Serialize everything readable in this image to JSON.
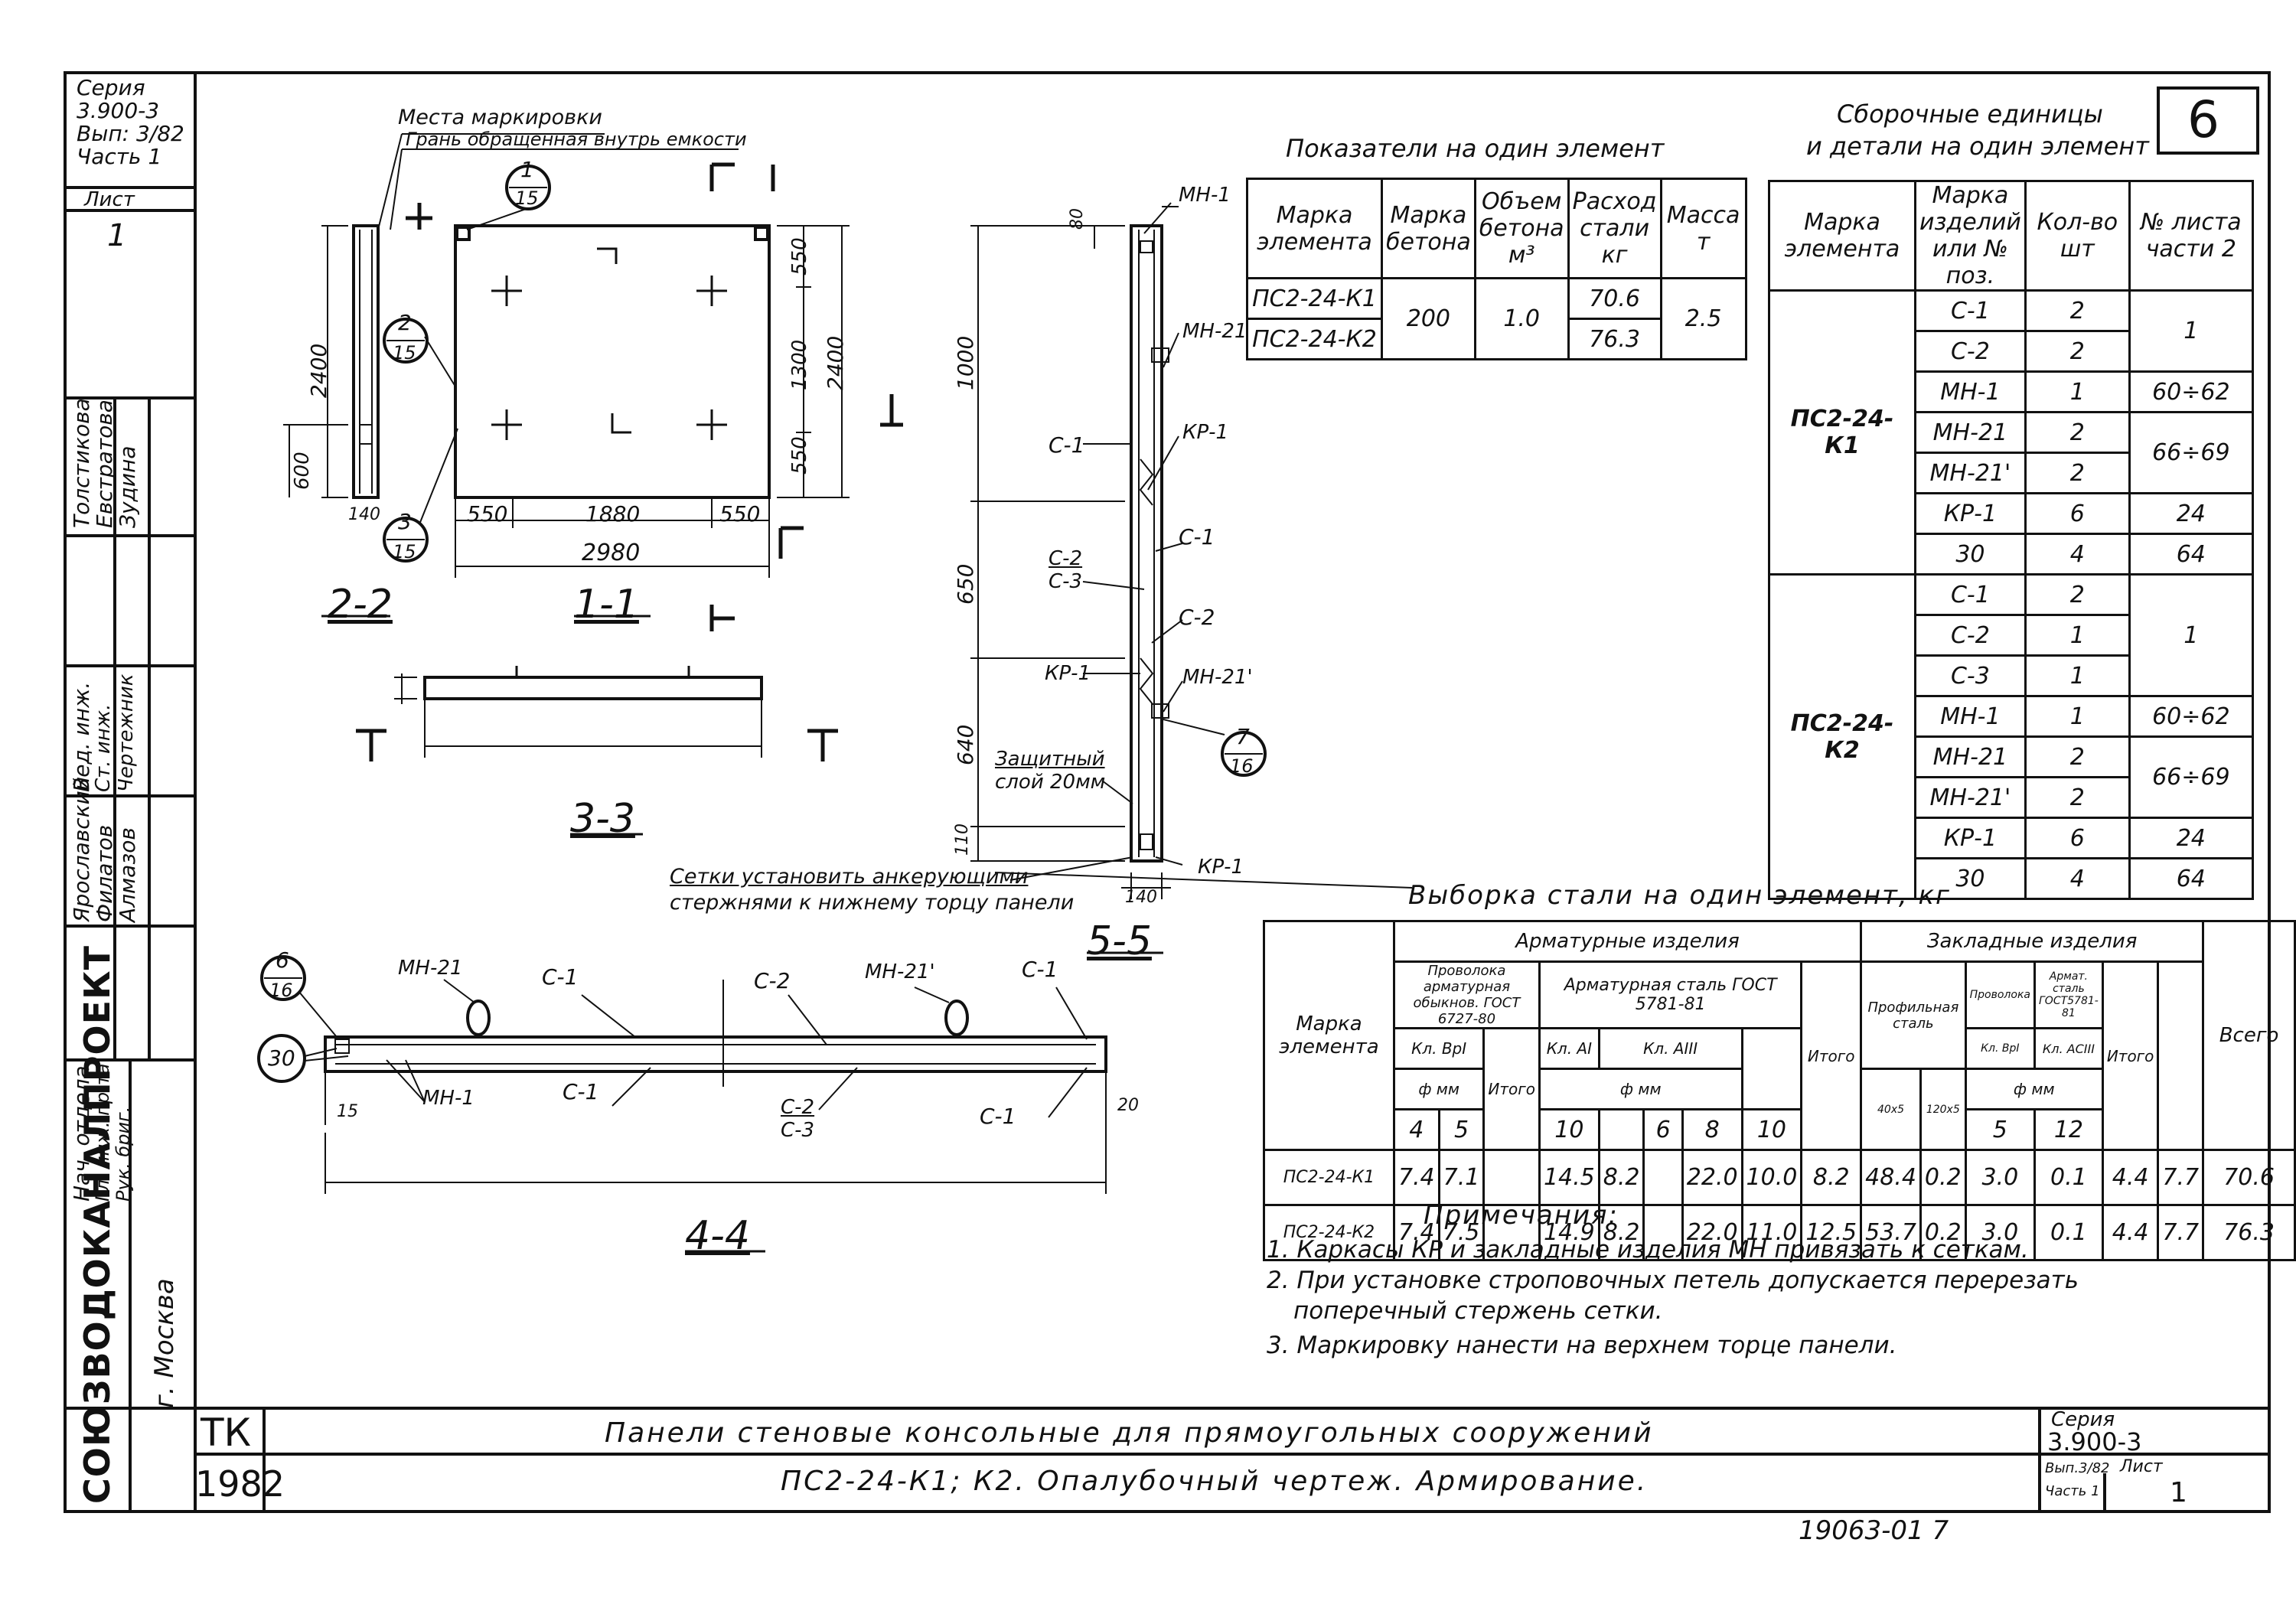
{
  "side_stamp": {
    "series_lines": [
      "Серия",
      "3.900-3",
      "Вып: 3/82",
      "Часть 1",
      "Лист",
      "1"
    ],
    "roles": [
      "Нач. отдела",
      "Гл. инж. пр-та",
      "Рук. бриг.",
      "Вед. инж.",
      "Ст. инж.",
      "Чертежник"
    ],
    "names": [
      "Ярославский",
      "Филатов",
      "Алмазов",
      "Толстикова",
      "Евстратова",
      "Зудина"
    ],
    "org": "СОЮЗВОДОКАНАЛПРОЕКТ",
    "city": "г. Москва"
  },
  "sheet_number": "6",
  "view_labels": {
    "v22": "2-2",
    "v11": "1-1",
    "v33": "3-3",
    "v55": "5-5",
    "v44": "4-4"
  },
  "callouts": {
    "mark_place": "Места маркировки",
    "face_inside": "Грань обращенная внутрь емкости",
    "c1": "1",
    "c1d": "15",
    "c2": "2",
    "c2d": "15",
    "c3": "3",
    "c3d": "15",
    "c6": "6",
    "c6d": "16",
    "c7": "7",
    "c7d": "16",
    "c30": "30",
    "protect": "Защитный",
    "protect2": "слой 20мм",
    "mesh_note1": "Сетки установить анкерующими",
    "mesh_note2": "стержнями к нижнему торцу панели"
  },
  "dims": {
    "d2400": "2400",
    "d600": "600",
    "d140": "140",
    "d550a": "550",
    "d1880": "1880",
    "d550b": "550",
    "d2980": "2980",
    "d550r": "550",
    "d1300": "1300",
    "d550r2": "550",
    "d2400r": "2400",
    "d80": "80",
    "d1000": "1000",
    "d650": "650",
    "d640": "640",
    "d110": "110",
    "d15": "15",
    "d20": "20",
    "d140b": "140"
  },
  "labels55": {
    "mn1": "МН-1",
    "mn21": "МН-21",
    "kp1a": "КР-1",
    "c1a": "С-1",
    "c1b": "С-1",
    "c2a": "С-2",
    "c3a": "С-3",
    "c2b": "С-2",
    "kp1b": "КР-1",
    "mn21p": "МН-21'",
    "kp1c": "КР-1"
  },
  "labels44": {
    "mn21": "МН-21",
    "c1a": "С-1",
    "c2a": "С-2",
    "mn21p": "МН-21'",
    "c1b": "С-1",
    "mn1": "МН-1",
    "c1c": "С-1",
    "c2b": "С-2",
    "c3b": "С-3",
    "c1d": "С-1"
  },
  "indicators": {
    "title": "Показатели на один элемент",
    "headers": [
      "Марка элемента",
      "Марка бетона",
      "Объем бетона м³",
      "Расход стали кг",
      "Масса т"
    ],
    "rows": [
      [
        "ПС2-24-К1",
        "200",
        "1.0",
        "70.6",
        "2.5"
      ],
      [
        "ПС2-24-К2",
        "",
        "",
        "76.3",
        ""
      ]
    ]
  },
  "assembly": {
    "title1": "Сборочные единицы",
    "title2": "и детали на один элемент",
    "headers": [
      "Марка элемента",
      "Марка изделий или № поз.",
      "Кол-во шт",
      "№ листа части 2"
    ],
    "groups": [
      {
        "mark": "ПС2-24-К1",
        "rows": [
          [
            "С-1",
            "2",
            "1"
          ],
          [
            "С-2",
            "2",
            ""
          ],
          [
            "МН-1",
            "1",
            "60÷62"
          ],
          [
            "МН-21",
            "2",
            "66÷69"
          ],
          [
            "МН-21'",
            "2",
            ""
          ],
          [
            "КР-1",
            "6",
            "24"
          ],
          [
            "30",
            "4",
            "64"
          ]
        ]
      },
      {
        "mark": "ПС2-24-К2",
        "rows": [
          [
            "С-1",
            "2",
            "1"
          ],
          [
            "С-2",
            "1",
            ""
          ],
          [
            "С-3",
            "1",
            ""
          ],
          [
            "МН-1",
            "1",
            "60÷62"
          ],
          [
            "МН-21",
            "2",
            "66÷69"
          ],
          [
            "МН-21'",
            "2",
            ""
          ],
          [
            "КР-1",
            "6",
            "24"
          ],
          [
            "30",
            "4",
            "64"
          ]
        ]
      }
    ]
  },
  "steel": {
    "title": "Выборка стали на один элемент, кг",
    "h_mark": "Марка элемента",
    "h_arm": "Арматурные изделия",
    "h_emb": "Закладные изделия",
    "h_wire": "Проволока арматурная обыкнов. ГОСТ 6727-80",
    "h_rebar": "Арматурная сталь ГОСТ 5781-81",
    "h_prof": "Профильная сталь",
    "h_wire2": "Проволока",
    "h_rebar2": "Армат. сталь ГОСТ5781-81",
    "h_cl1": "Кл. ВрI",
    "h_cl2": "Кл. AI",
    "h_cl3": "Кл. AIII",
    "h_cl4": "Кл. ВрI",
    "h_cl5": "Кл. AСIII",
    "h_phi": "ф мм",
    "h_phi2": "ф мм",
    "h_phi3": "ф мм",
    "h_total": "Итого",
    "h_total2": "Итого",
    "h_total3": "Итого",
    "h_all": "Всего",
    "h_d": [
      "4",
      "5",
      "10",
      "6",
      "8",
      "10",
      "40x5",
      "120x5",
      "5",
      "12"
    ],
    "rows": [
      [
        "ПС2-24-К1",
        "7.4",
        "7.1",
        "14.5",
        "8.2",
        "22.0",
        "10.0",
        "8.2",
        "48.4",
        "0.2",
        "3.0",
        "0.1",
        "4.4",
        "7.7",
        "70.6"
      ],
      [
        "ПС2-24-К2",
        "7.4",
        "7.5",
        "14.9",
        "8.2",
        "22.0",
        "11.0",
        "12.5",
        "53.7",
        "0.2",
        "3.0",
        "0.1",
        "4.4",
        "7.7",
        "76.3"
      ]
    ]
  },
  "notes": {
    "title": "Примечания:",
    "items": [
      "1. Каркасы КР  и закладные изделия МН  привязать к сеткам.",
      "2. При установке строповочных петель допускается перерезать",
      "поперечный стержень сетки.",
      "3. Маркировку нанести на верхнем торце панели."
    ]
  },
  "title_block": {
    "tk": "ТК",
    "year": "1982",
    "title1": "Панели  стеновые консольные для  прямоугольных  сооружений",
    "title2": "ПС2-24-К1;  К2.  Опалубочный  чертеж.  Армирование.",
    "series_label": "Серия",
    "series": "3.900-3",
    "vyp": "Вып.3/82",
    "part": "Часть 1",
    "sheet_label": "Лист",
    "sheet": "1"
  },
  "doc_number": "19063-01    7"
}
